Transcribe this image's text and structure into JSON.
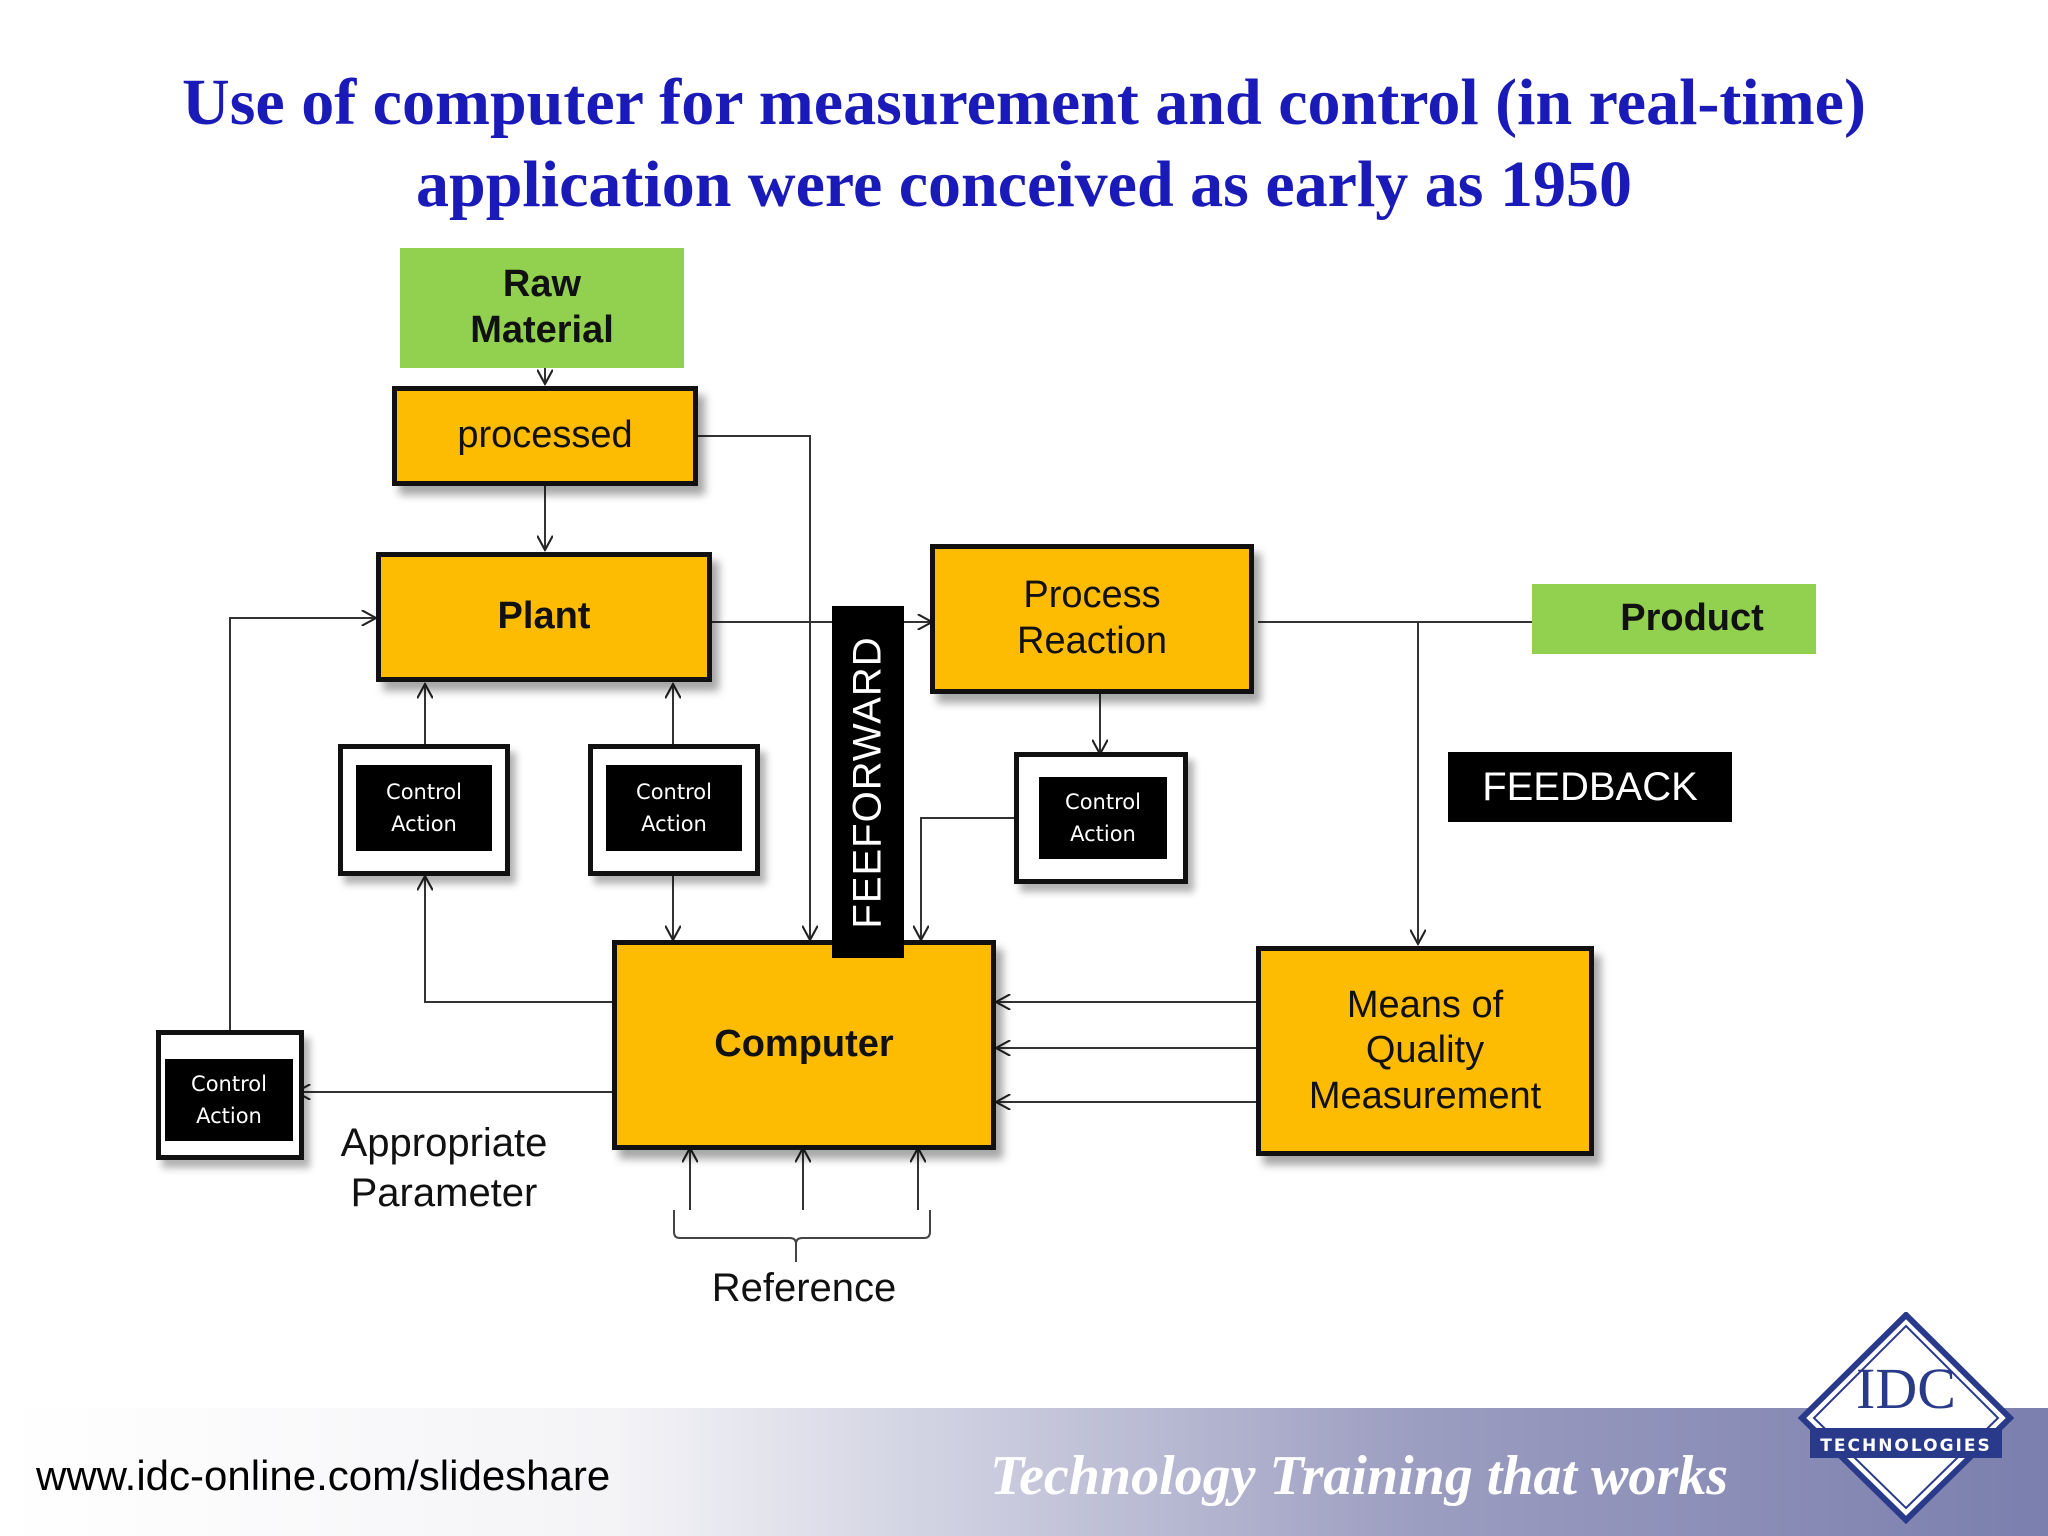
{
  "title": {
    "line1": "Use of computer for measurement and control (in real-time)",
    "line2": "application were conceived as early as 1950"
  },
  "diagram": {
    "raw_material": [
      "Raw",
      "Material"
    ],
    "processed": "processed",
    "plant": "Plant",
    "process_reaction": [
      "Process",
      "Reaction"
    ],
    "product": "Product",
    "computer": "Computer",
    "quality": [
      "Means of",
      "Quality",
      "Measurement"
    ],
    "control_action": [
      "Control",
      "Action"
    ],
    "feedforward": "FEEFORWARD",
    "feedback": "FEEDBACK",
    "appropriate_parameter": [
      "Appropriate",
      "Parameter"
    ],
    "reference": "Reference"
  },
  "footer": {
    "url": "www.idc-online.com/slideshare",
    "tagline": "Technology Training that works",
    "logo_main": "IDC",
    "logo_sub": "TECHNOLOGIES"
  },
  "colors": {
    "title": "#1a1ab8",
    "box_orange": "#fdbb02",
    "box_green": "#92d050"
  }
}
